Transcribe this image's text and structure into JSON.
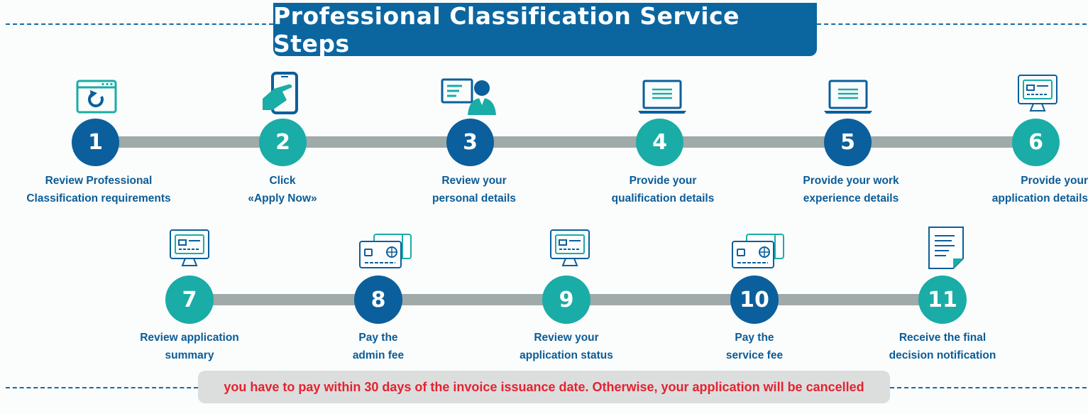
{
  "title": "Professional Classification Service Steps",
  "colors": {
    "dark_blue": "#0b5f9c",
    "teal": "#1aaca6",
    "connector": "#9faaa9",
    "notice_text": "#e52230"
  },
  "steps": [
    {
      "number": "1",
      "line1": "Review Professional",
      "line2": "Classification requirements",
      "icon": "browser-refresh-icon",
      "color": "dark_blue"
    },
    {
      "number": "2",
      "line1": "Click",
      "line2": "«Apply Now»",
      "icon": "hand-tapping-phone-icon",
      "color": "teal"
    },
    {
      "number": "3",
      "line1": "Review your",
      "line2": "personal details",
      "icon": "person-at-screen-icon",
      "color": "dark_blue"
    },
    {
      "number": "4",
      "line1": "Provide your",
      "line2": "qualification details",
      "icon": "laptop-icon",
      "color": "teal"
    },
    {
      "number": "5",
      "line1": "Provide your work",
      "line2": "experience details",
      "icon": "laptop-icon",
      "color": "dark_blue"
    },
    {
      "number": "6",
      "line1": "Provide your",
      "line2": "application details",
      "icon": "monitor-form-icon",
      "color": "teal"
    },
    {
      "number": "7",
      "line1": "Review application",
      "line2": "summary",
      "icon": "monitor-form-icon",
      "color": "teal"
    },
    {
      "number": "8",
      "line1": "Pay the",
      "line2": "admin fee",
      "icon": "payment-cards-icon",
      "color": "dark_blue"
    },
    {
      "number": "9",
      "line1": "Review your",
      "line2": "application status",
      "icon": "monitor-form-icon",
      "color": "teal"
    },
    {
      "number": "10",
      "line1": "Pay the",
      "line2": "service fee",
      "icon": "payment-cards-icon",
      "color": "dark_blue"
    },
    {
      "number": "11",
      "line1": "Receive the final",
      "line2": "decision notification",
      "icon": "document-icon",
      "color": "teal"
    }
  ],
  "notice": "you have to pay within 30 days of the invoice issuance date. Otherwise, your application will be cancelled"
}
